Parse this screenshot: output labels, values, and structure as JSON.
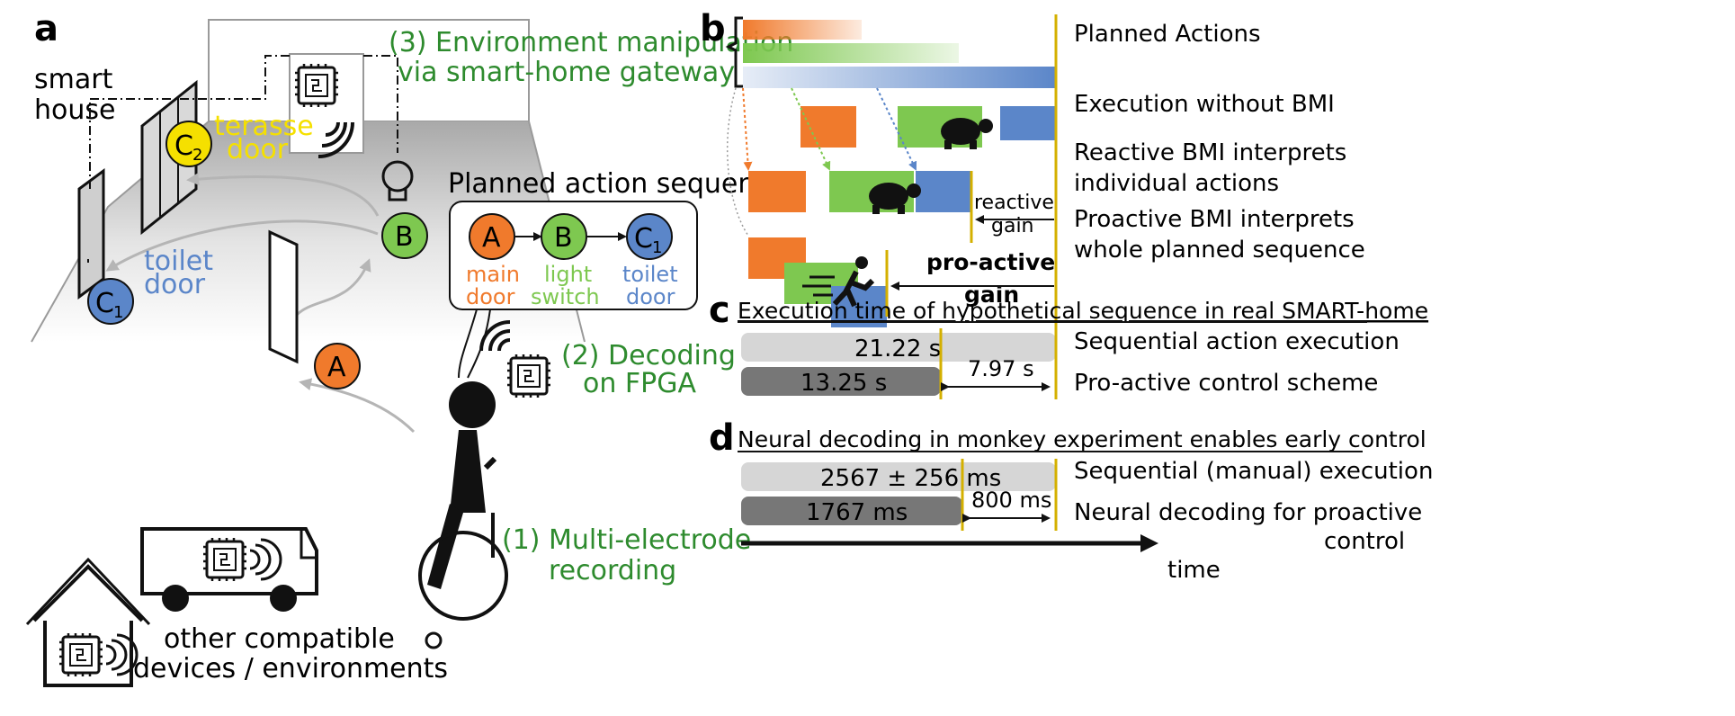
{
  "panels": {
    "a": "a",
    "b": "b",
    "c": "c",
    "d": "d"
  },
  "colors": {
    "orange": "#f07a2c",
    "green": "#7ec850",
    "blue": "#5b86c9",
    "yellow": "#f5e000",
    "dark_green_text": "#2e8b2e",
    "gold_line": "#d4b000",
    "light_gray_bar": "#d6d6d6",
    "dark_gray_bar": "#777777"
  },
  "panel_a": {
    "smart_house_line1": "smart",
    "smart_house_line2": "house",
    "env_manip_line1": "(3) Environment manipulation",
    "env_manip_line2": "via smart-home gateway",
    "terasse_line1": "terasse",
    "terasse_line2": "door",
    "toilet_line1": "toilet",
    "toilet_line2": "door",
    "node_c2_letter": "C",
    "node_c2_sub": "2",
    "node_c1_letter": "C",
    "node_c1_sub": "1",
    "node_b": "B",
    "node_a": "A",
    "planned_seq_title": "Planned action sequence",
    "seq_a": "A",
    "seq_b": "B",
    "seq_c_letter": "C",
    "seq_c_sub": "1",
    "seq_a_label1": "main",
    "seq_a_label2": "door",
    "seq_b_label1": "light",
    "seq_b_label2": "switch",
    "seq_c_label1": "toilet",
    "seq_c_label2": "door",
    "decoding_line1": "(2) Decoding",
    "decoding_line2": "on FPGA",
    "recording_line1": "(1) Multi-electrode",
    "recording_line2": "recording",
    "other_line1": "other compatible",
    "other_line2": "devices / environments",
    "icons": [
      "chip-icon",
      "wifi-icon",
      "light-bulb-icon",
      "wheelchair-user-icon",
      "house-icon",
      "van-icon",
      "door-icon"
    ]
  },
  "panel_b": {
    "row1": "Planned Actions",
    "row2": "Execution without BMI",
    "row3_line1": "Reactive BMI interprets",
    "row3_line2": "individual actions",
    "row4_line1": "Proactive BMI interprets",
    "row4_line2": "whole planned sequence",
    "reactive_line1": "reactive",
    "reactive_line2": "gain",
    "proactive_line1": "pro-active",
    "proactive_line2": "gain",
    "icons": [
      "turtle-icon",
      "runner-icon"
    ]
  },
  "panel_c": {
    "title": "Execution time of hypothetical sequence in real SMART-home",
    "bar1_value": "21.22 s",
    "bar1_label": "Sequential action execution",
    "bar2_value": "13.25 s",
    "bar2_label": "Pro-active control scheme",
    "gain": "7.97 s"
  },
  "panel_d": {
    "title": "Neural decoding in monkey experiment enables early control",
    "bar1_value": "2567 ± 256 ms",
    "bar1_label": "Sequential (manual) execution",
    "bar2_value": "1767 ms",
    "bar2_label_line1": "Neural decoding for proactive",
    "bar2_label_line2": "control",
    "gain": "800 ms",
    "axis_label": "time"
  }
}
